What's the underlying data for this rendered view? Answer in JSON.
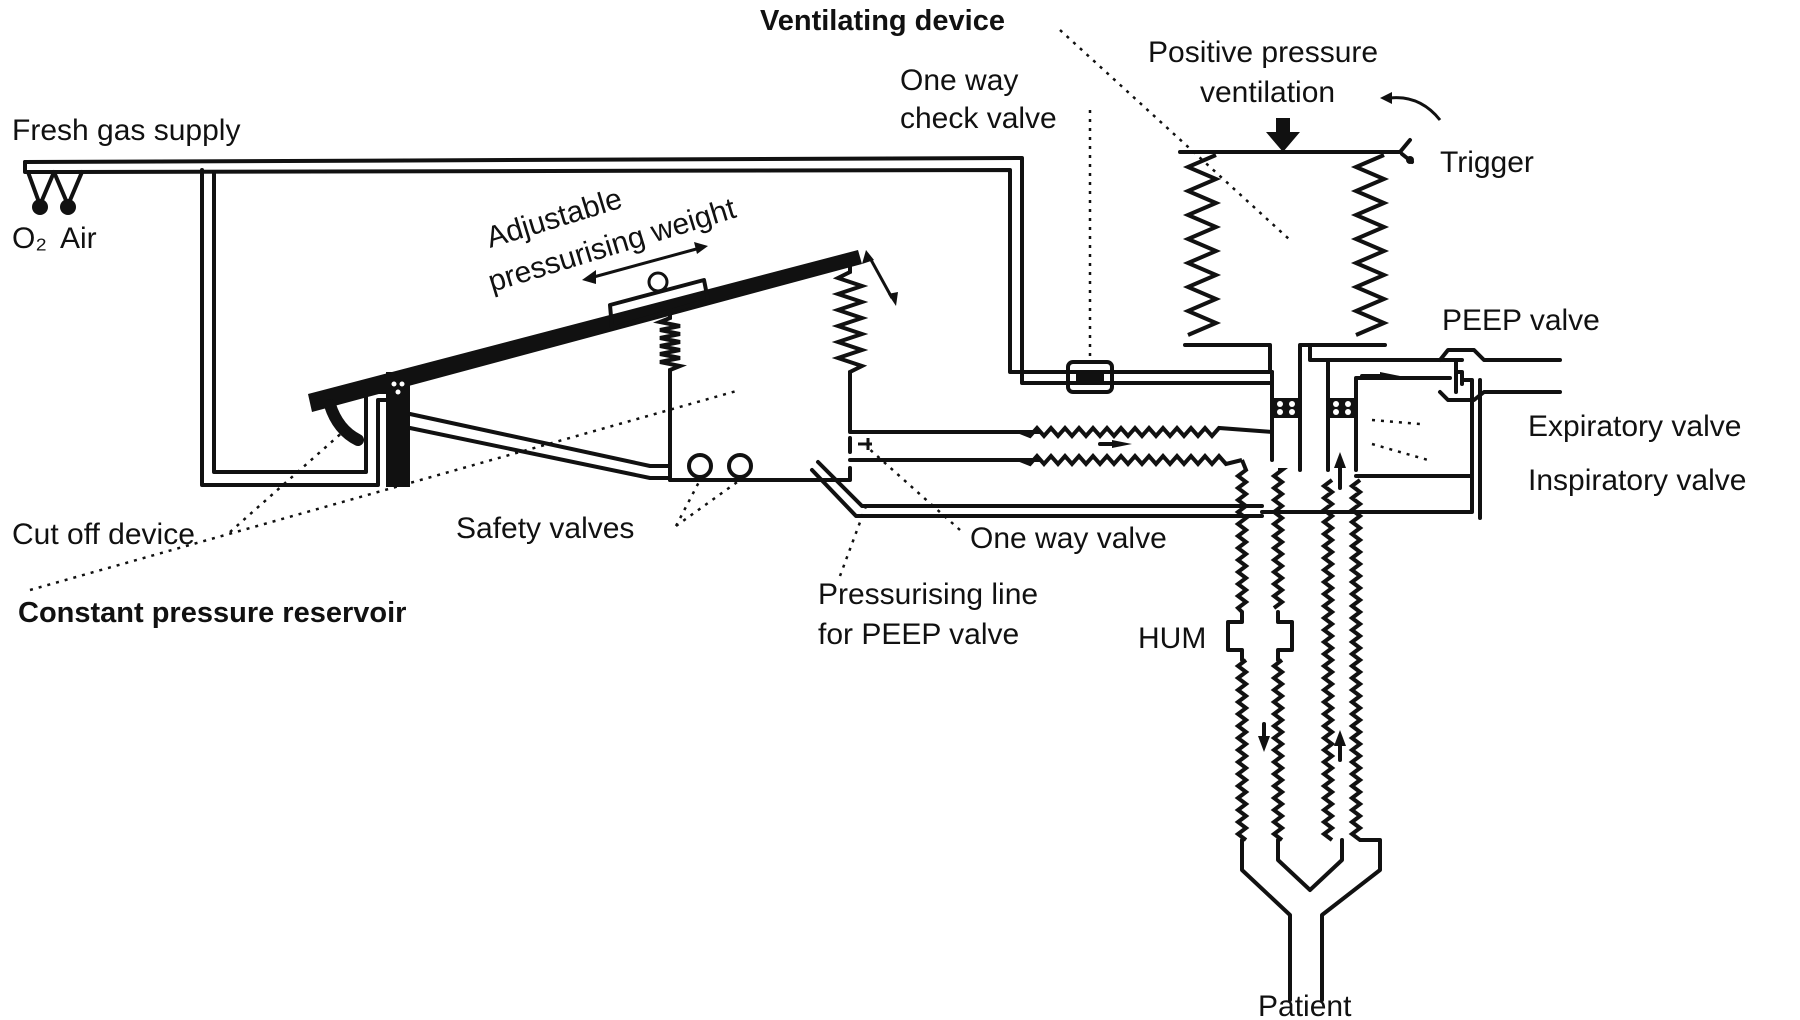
{
  "figure": {
    "type": "schematic",
    "subject": "ventilator circuit with constant pressure reservoir and ventilating device"
  },
  "labels": {
    "fresh_gas_supply": "Fresh gas supply",
    "o2": "O₂",
    "air": "Air",
    "ventilating_device": "Ventilating device",
    "positive_pressure_line1": "Positive pressure",
    "positive_pressure_line2": "ventilation",
    "trigger": "Trigger",
    "one_way_check_valve_line1": "One way",
    "one_way_check_valve_line2": "check valve",
    "adjustable_weight_line1": "Adjustable",
    "adjustable_weight_line2": "pressurising weight",
    "peep_valve": "PEEP valve",
    "expiratory_valve": "Expiratory valve",
    "inspiratory_valve": "Inspiratory valve",
    "cut_off_device": "Cut off device",
    "safety_valves": "Safety valves",
    "one_way_valve": "One way valve",
    "constant_pressure_reservoir": "Constant pressure reservoir",
    "pressurising_line_line1": "Pressurising line",
    "pressurising_line_line2": "for PEEP valve",
    "hum": "HUM",
    "patient": "Patient"
  },
  "components": [
    {
      "id": "gas-inlets",
      "name": "O2 and Air inlets"
    },
    {
      "id": "reservoir",
      "name": "Constant pressure reservoir"
    },
    {
      "id": "lever",
      "name": "Pressurising lever with adjustable weight"
    },
    {
      "id": "bellows",
      "name": "Ventilating device bellows"
    },
    {
      "id": "check-valve",
      "name": "One way check valve"
    },
    {
      "id": "peep-valve",
      "name": "PEEP valve"
    },
    {
      "id": "humidifier",
      "name": "HUM"
    },
    {
      "id": "patient-wye",
      "name": "Patient Y-piece"
    }
  ],
  "colors": {
    "ink": "#111111",
    "background": "#ffffff"
  }
}
